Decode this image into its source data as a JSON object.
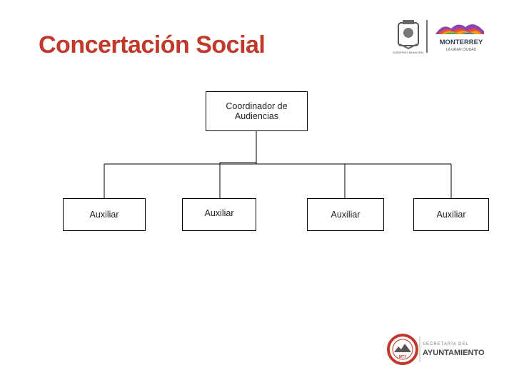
{
  "header": {
    "title": "Concertación Social"
  },
  "logos": {
    "city_name": "MONTERREY",
    "city_tagline": "LA GRAN CIUDAD",
    "seal_caption": "GOBIERNO MUNICIPAL",
    "office_line1": "SECRETARÍA DEL",
    "office_line2": "AYUNTAMIENTO",
    "office_badge": "MTY"
  },
  "org_chart": {
    "root": {
      "label": "Coordinador de\nAudiencias"
    },
    "children": [
      {
        "label": "Auxiliar"
      },
      {
        "label": "Auxiliar"
      },
      {
        "label": "Auxiliar"
      },
      {
        "label": "Auxiliar"
      }
    ]
  },
  "colors": {
    "title": "#c0392b",
    "brand_red": "#c0392b",
    "brand_gray": "#555555",
    "line": "#000000"
  }
}
